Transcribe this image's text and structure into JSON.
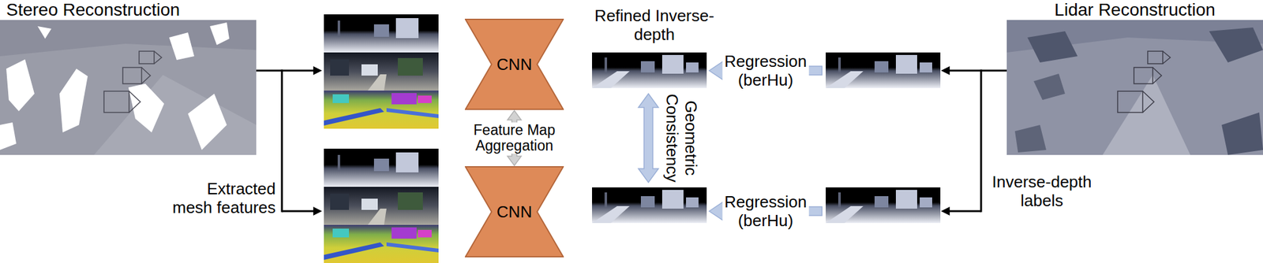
{
  "diagram": {
    "nodes": [
      {
        "text": [
          "Stereo Reconstruction"
        ]
      },
      {
        "text": [
          "CNN"
        ]
      },
      {
        "text": [
          "CNN"
        ]
      },
      {
        "text": [
          "Refined Inverse-depth"
        ]
      },
      {
        "text": [
          "Lidar Reconstruction"
        ]
      }
    ],
    "edges": [
      {
        "from": 1,
        "to": 2,
        "arrow": "both",
        "label": "Feature Map Aggregation"
      }
    ],
    "labels": [
      "Extracted mesh features",
      "Regression (berHu)",
      "Regression (berHu)",
      "Geometric Consistency",
      "Inverse-depth labels"
    ]
  }
}
